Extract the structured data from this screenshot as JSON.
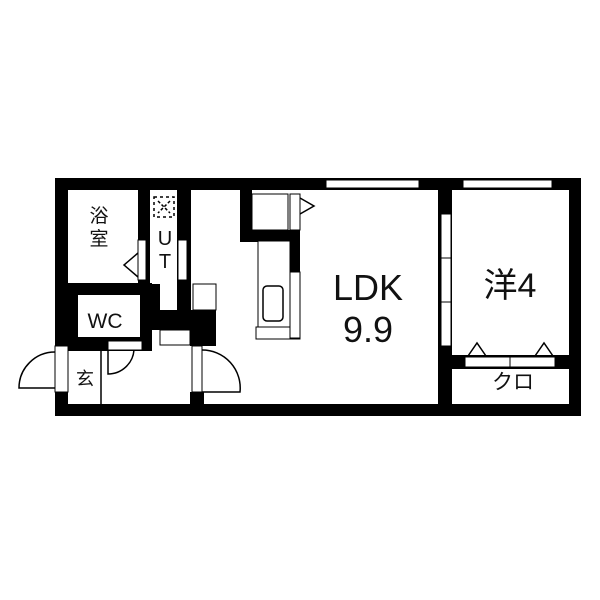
{
  "floor_plan": {
    "type": "apartment-1LDK",
    "colors": {
      "wall": "#000000",
      "background": "#ffffff",
      "line": "#111111"
    },
    "rooms": [
      {
        "id": "bath",
        "label": "浴室"
      },
      {
        "id": "utility",
        "label": "UT"
      },
      {
        "id": "toilet",
        "label": "WC"
      },
      {
        "id": "entrance",
        "label": "玄"
      },
      {
        "id": "ldk",
        "label": "LDK",
        "area": "9.9"
      },
      {
        "id": "western",
        "label": "洋4"
      },
      {
        "id": "closet",
        "label": "クロ"
      }
    ],
    "fixtures": [
      "washing-machine-space",
      "kitchen-sink",
      "refrigerator-space",
      "closet-doors",
      "windows",
      "swing-doors"
    ]
  }
}
